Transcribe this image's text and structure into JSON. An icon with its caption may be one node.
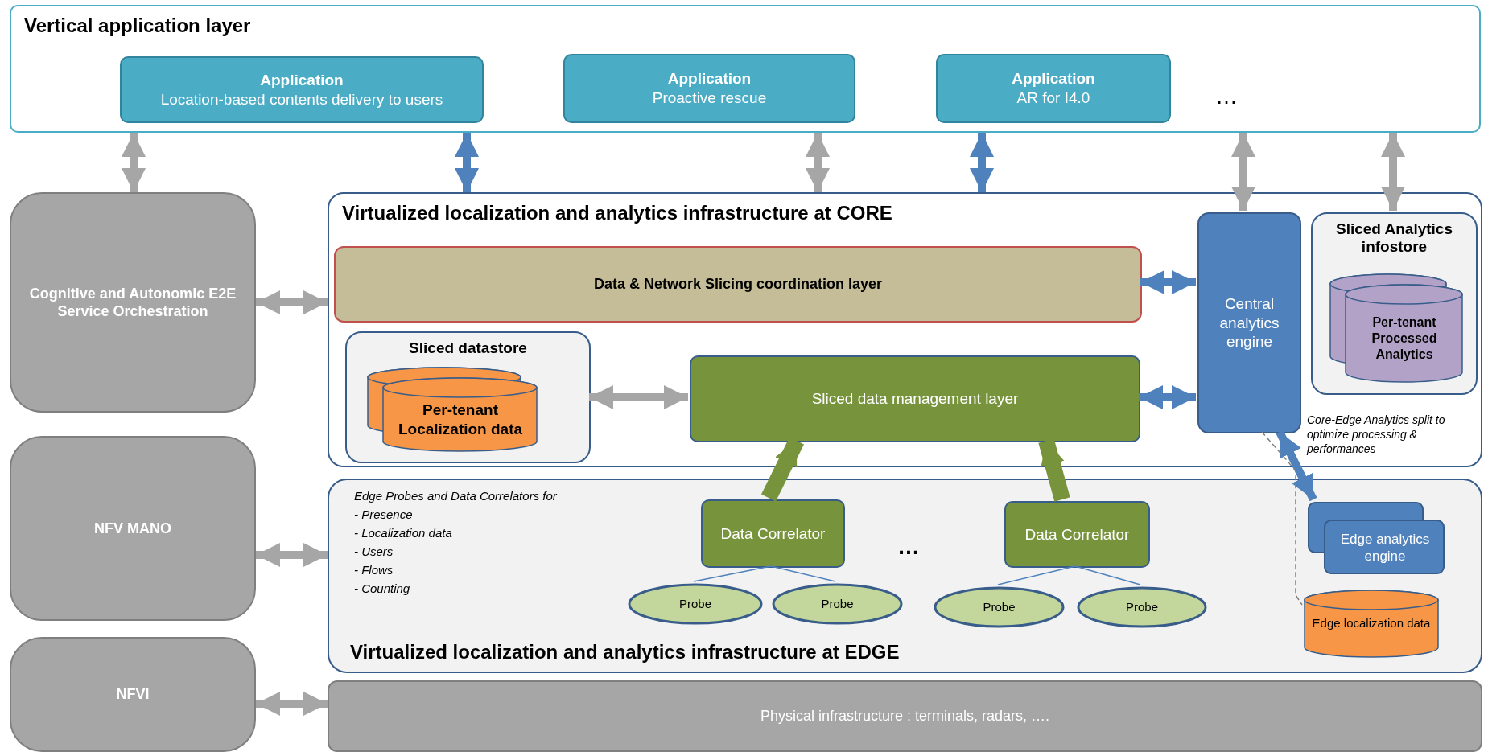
{
  "diagram": {
    "nodes": [
      {
        "text": [
          "Vertical application layer"
        ]
      },
      {
        "text": [
          "Application",
          "Location-based contents delivery to users"
        ],
        "in": 0
      },
      {
        "text": [
          "Application",
          "Proactive rescue"
        ],
        "in": 0
      },
      {
        "text": [
          "Application",
          "AR for I4.0"
        ],
        "in": 0
      },
      {
        "text": [
          "Cognitive and Autonomic E2E Service Orchestration"
        ]
      },
      {
        "text": [
          "NFV MANO"
        ]
      },
      {
        "text": [
          "NFVI"
        ]
      },
      {
        "text": [
          "Virtualized localization and analytics infrastructure at CORE"
        ]
      },
      {
        "text": [
          "Data & Network Slicing coordination layer"
        ],
        "in": 7
      },
      {
        "text": [
          "Sliced datastore"
        ],
        "in": 7
      },
      {
        "text": [
          "Per-tenant Localization data"
        ],
        "in": 9
      },
      {
        "text": [
          "Sliced data management layer"
        ],
        "in": 7
      },
      {
        "text": [
          "Central analytics engine"
        ],
        "in": 7
      },
      {
        "text": [
          "Sliced Analytics infostore"
        ],
        "in": 7
      },
      {
        "text": [
          "Per-tenant Processed Analytics"
        ],
        "in": 13
      },
      {
        "text": [
          "Virtualized localization and analytics infrastructure at EDGE"
        ]
      },
      {
        "text": [
          "Data Correlator"
        ],
        "in": 15
      },
      {
        "text": [
          "Data Correlator"
        ],
        "in": 15
      },
      {
        "text": [
          "Probe"
        ],
        "in": 15
      },
      {
        "text": [
          "Probe"
        ],
        "in": 15
      },
      {
        "text": [
          "Probe"
        ],
        "in": 15
      },
      {
        "text": [
          "Probe"
        ],
        "in": 15
      },
      {
        "text": [
          "Edge analytics engine"
        ],
        "in": 15
      },
      {
        "text": [
          "Edge localization data"
        ],
        "in": 15
      },
      {
        "text": [
          "Physical infrastructure : terminals, radars, …."
        ]
      }
    ],
    "edges": [
      {
        "from": 0,
        "to": 4,
        "arrow": "both",
        "color": "#a6a6a6"
      },
      {
        "from": 0,
        "to": 7,
        "arrow": "both"
      },
      {
        "from": 0,
        "to": 7,
        "arrow": "both",
        "color": "#a6a6a6"
      },
      {
        "from": 0,
        "to": 7,
        "arrow": "both"
      },
      {
        "from": 0,
        "to": 12,
        "arrow": "both",
        "color": "#a6a6a6"
      },
      {
        "from": 0,
        "to": 13,
        "arrow": "both",
        "color": "#a6a6a6"
      },
      {
        "from": 4,
        "to": 7,
        "arrow": "both",
        "color": "#a6a6a6"
      },
      {
        "from": 5,
        "to": 15,
        "arrow": "both",
        "color": "#a6a6a6"
      },
      {
        "from": 6,
        "to": 24,
        "arrow": "both",
        "color": "#a6a6a6"
      },
      {
        "from": 8,
        "to": 12,
        "arrow": "both"
      },
      {
        "from": 9,
        "to": 11,
        "arrow": "both",
        "color": "#a6a6a6"
      },
      {
        "from": 11,
        "to": 12,
        "arrow": "both"
      },
      {
        "from": 16,
        "to": 11,
        "arrow": "to",
        "style": "thick",
        "color": "#77933c"
      },
      {
        "from": 17,
        "to": 11,
        "arrow": "to",
        "style": "thick",
        "color": "#77933c"
      },
      {
        "from": 16,
        "to": 18,
        "arrow": "none"
      },
      {
        "from": 16,
        "to": 19,
        "arrow": "none"
      },
      {
        "from": 17,
        "to": 20,
        "arrow": "none"
      },
      {
        "from": 17,
        "to": 21,
        "arrow": "none"
      },
      {
        "from": 12,
        "to": 22,
        "arrow": "both"
      },
      {
        "from": 12,
        "to": 23,
        "arrow": "none",
        "style": "dashed",
        "color": "#7f7f7f",
        "label": "Core-Edge Analytics split to optimize processing & performances"
      }
    ],
    "labels": [
      "…",
      "Edge Probes and Data Correlators for",
      "- Presence",
      "- Localization data",
      "- Users",
      "- Flows",
      "- Counting",
      "…"
    ]
  }
}
